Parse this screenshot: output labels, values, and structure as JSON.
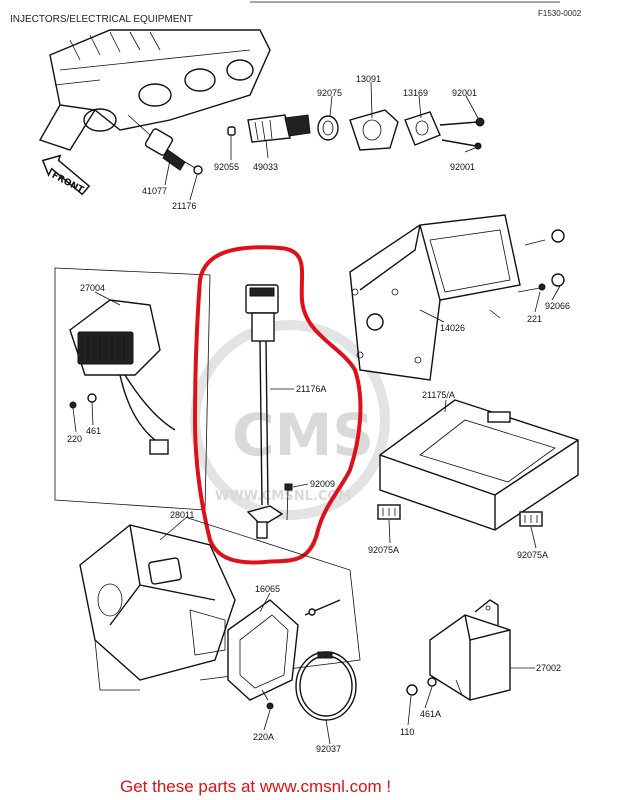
{
  "header": {
    "title": "INJECTORS/ELECTRICAL EQUIPMENT",
    "ref_code": "F1530-0002"
  },
  "front_arrow_label": "FRONT",
  "parts": {
    "p92075": "92075",
    "p13091": "13091",
    "p13169": "13169",
    "p92001a": "92001",
    "p92001b": "92001",
    "p92055": "92055",
    "p49033": "49033",
    "p41077": "41077",
    "p21176": "21176",
    "p27004": "27004",
    "p21176A": "21176A",
    "p220": "220",
    "p461": "461",
    "p92009": "92009",
    "p14026": "14026",
    "p92066": "92066",
    "p221": "221",
    "p21175A": "21175/A",
    "p92075A_left": "92075A",
    "p92075A_right": "92075A",
    "p28011": "28011",
    "p16065": "16065",
    "p220A": "220A",
    "p92037": "92037",
    "p27002": "27002",
    "p110": "110",
    "p461A": "461A"
  },
  "watermark": {
    "brand": "CMS",
    "url": "WWW.CMSNL.COM"
  },
  "footer": {
    "text": "Get these parts at www.cmsnl.com !"
  },
  "colors": {
    "highlight": "#e0101a",
    "footer": "#d11111",
    "ink": "#111111",
    "watermark": "#d9d9d9"
  }
}
